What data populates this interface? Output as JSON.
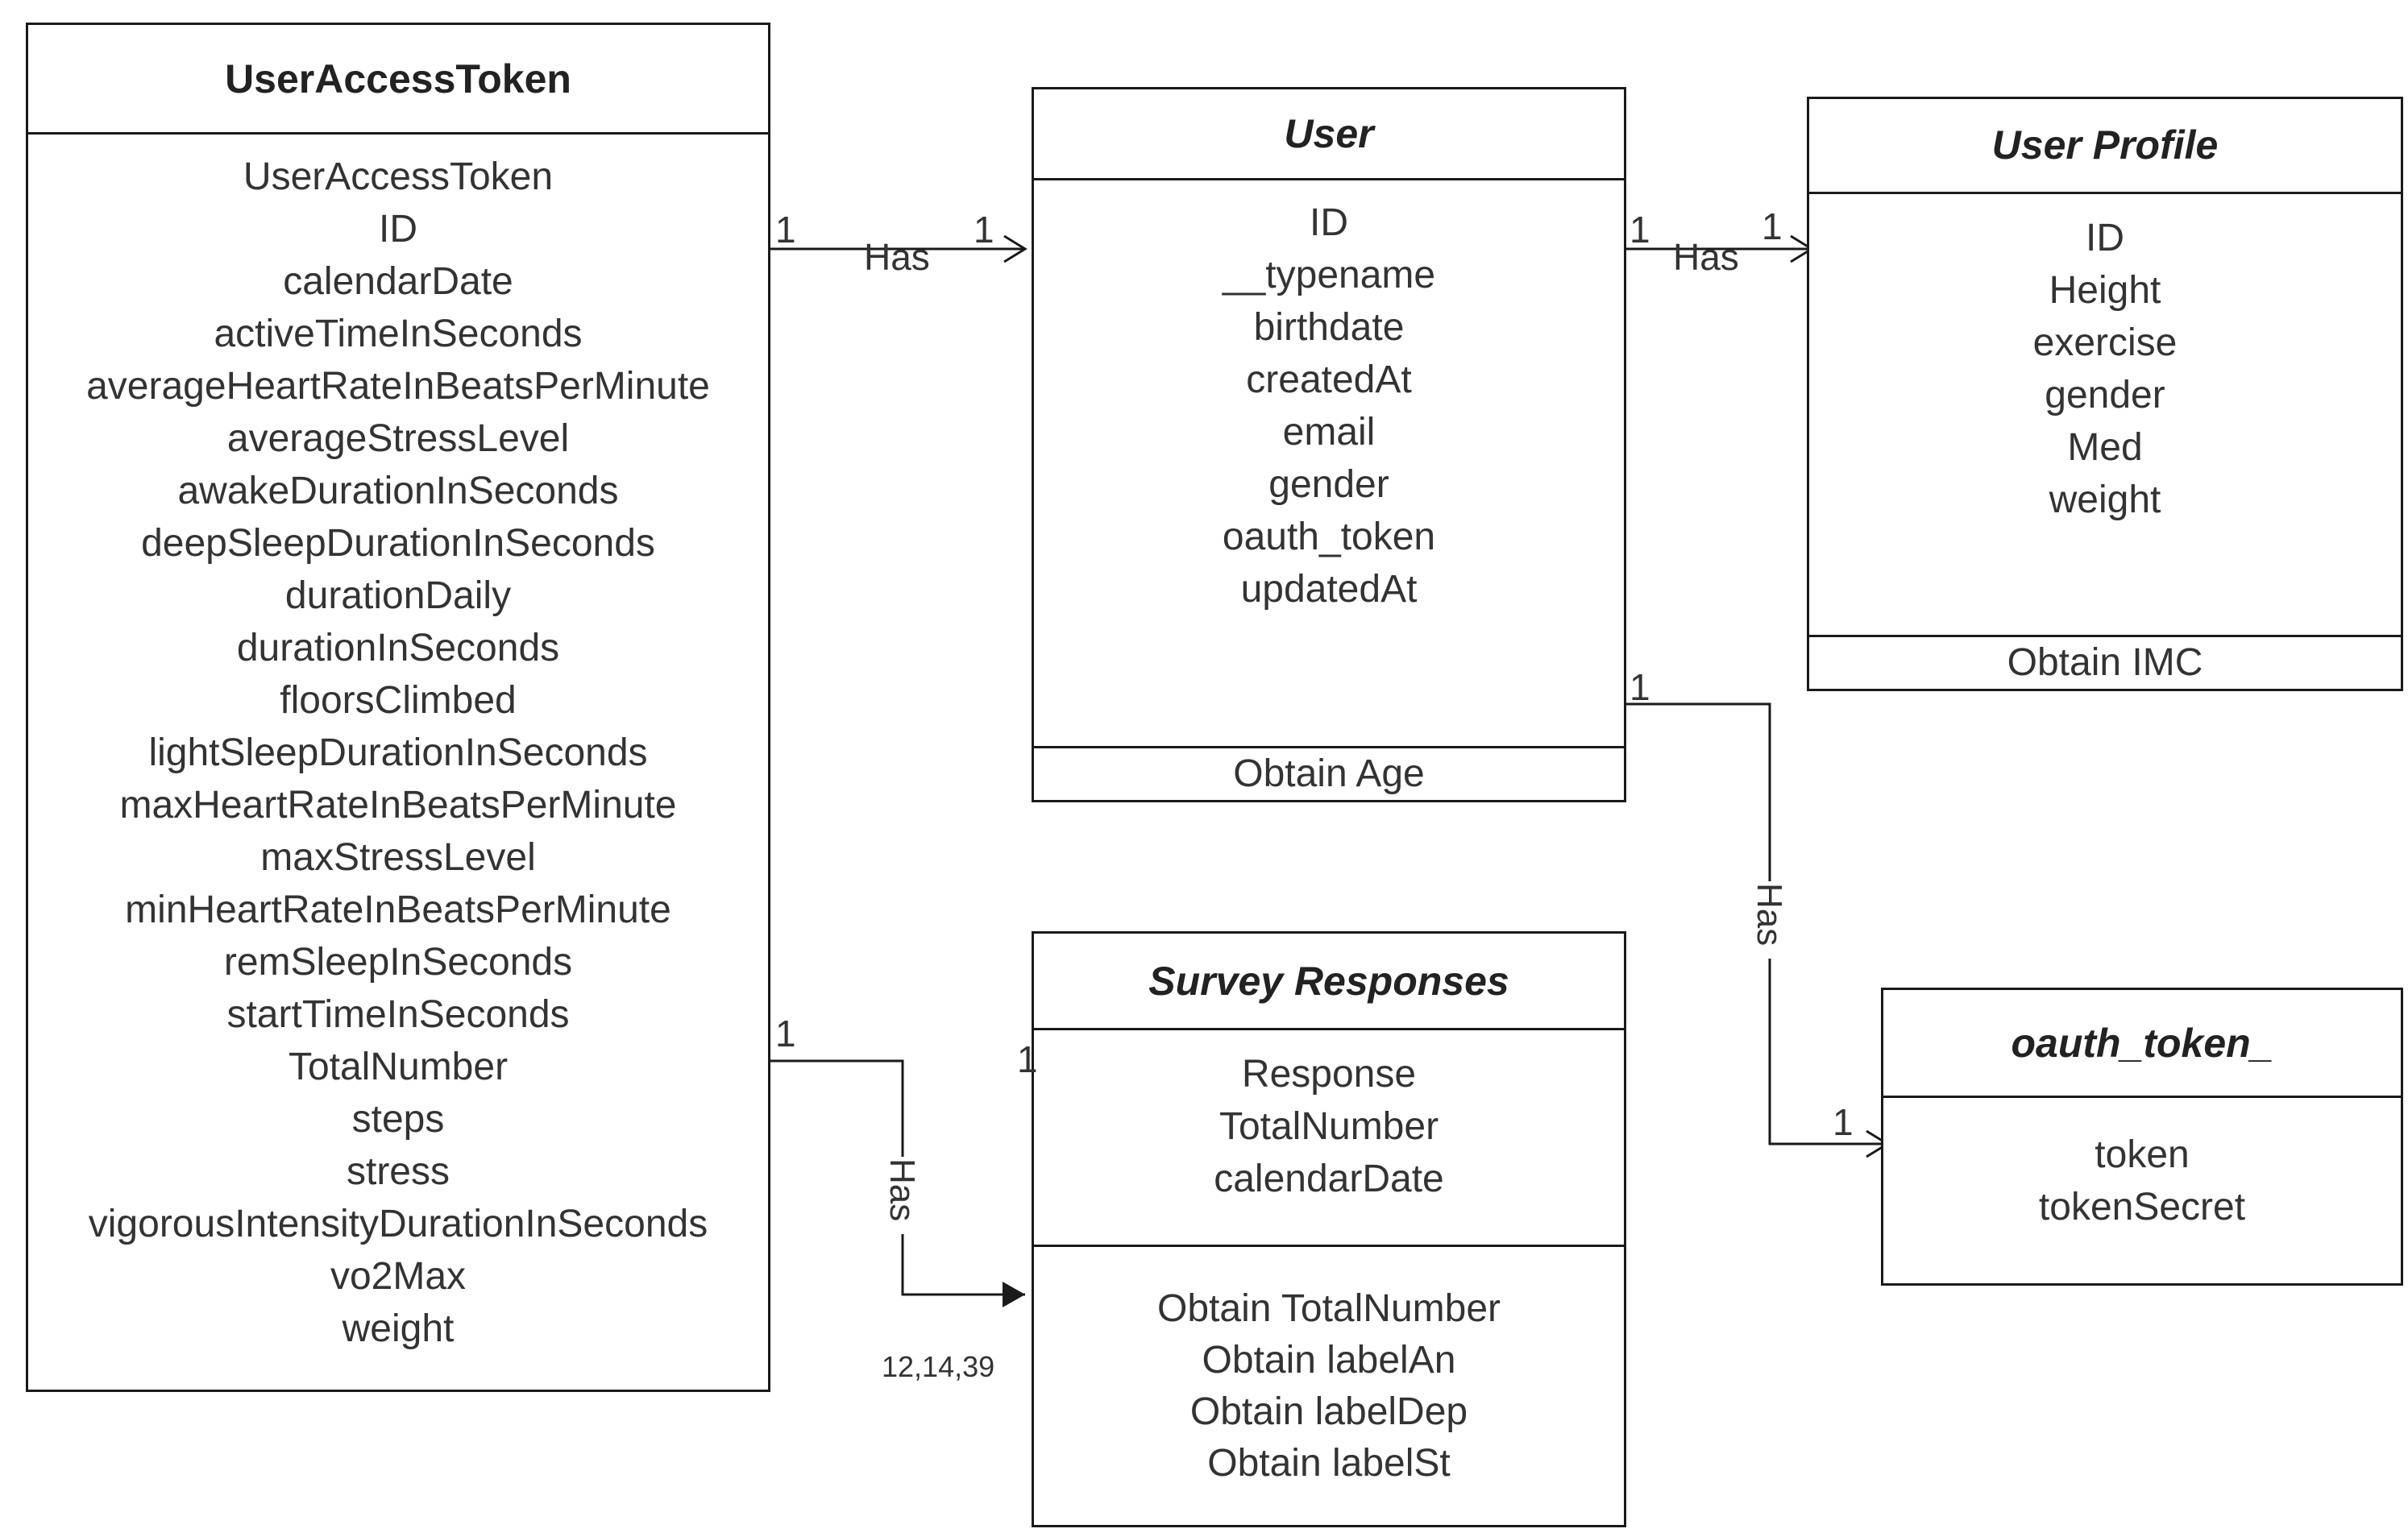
{
  "classes": {
    "user_access_token": {
      "title": "UserAccessToken",
      "attributes": [
        "UserAccessToken",
        "ID",
        "calendarDate",
        "activeTimeInSeconds",
        "averageHeartRateInBeatsPerMinute",
        "averageStressLevel",
        "awakeDurationInSeconds",
        "deepSleepDurationInSeconds",
        "durationDaily",
        "durationInSeconds",
        "floorsClimbed",
        "lightSleepDurationInSeconds",
        "maxHeartRateInBeatsPerMinute",
        "maxStressLevel",
        "minHeartRateInBeatsPerMinute",
        "remSleepInSeconds",
        "startTimeInSeconds",
        "TotalNumber",
        "steps",
        "stress",
        "vigorousIntensityDurationInSeconds",
        "vo2Max",
        "weight"
      ]
    },
    "user": {
      "title": "User",
      "attributes": [
        "ID",
        "__typename",
        "birthdate",
        "createdAt",
        "email",
        "gender",
        "oauth_token",
        "updatedAt"
      ],
      "methods": [
        "Obtain Age"
      ]
    },
    "user_profile": {
      "title": "User Profile",
      "attributes": [
        "ID",
        "Height",
        "exercise",
        "gender",
        "Med",
        "weight"
      ],
      "methods": [
        "Obtain IMC"
      ]
    },
    "survey_responses": {
      "title": "Survey Responses",
      "attributes": [
        "Response",
        "TotalNumber",
        "calendarDate"
      ],
      "methods": [
        "Obtain TotalNumber",
        "Obtain labelAn",
        "Obtain labelDep",
        "Obtain labelSt"
      ]
    },
    "oauth_token": {
      "title": "oauth_token_",
      "attributes": [
        "token",
        "tokenSecret"
      ]
    }
  },
  "relations": {
    "uat_user": {
      "label": "Has",
      "source_mult": "1",
      "target_mult": "1"
    },
    "user_profile": {
      "label": "Has",
      "source_mult": "1",
      "target_mult": "1"
    },
    "user_oauth": {
      "label": "Has",
      "source_mult": "1",
      "target_mult": "1"
    },
    "uat_survey": {
      "label": "Has",
      "source_mult": "1",
      "target_mult": "1",
      "note": "12,14,39"
    }
  },
  "colors": {
    "line": "#1a1a1a",
    "text": "#333333"
  }
}
